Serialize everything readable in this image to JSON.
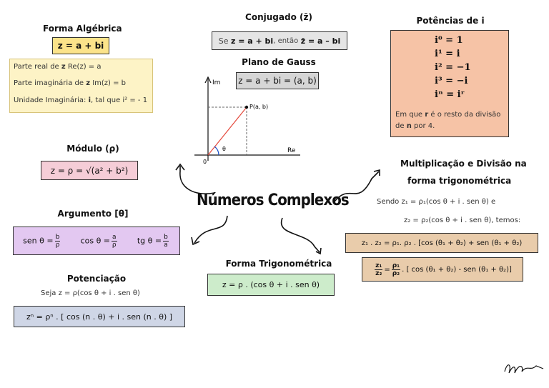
{
  "central": {
    "title": "Números Complexos"
  },
  "forma_algebrica": {
    "title": "Forma Algébrica",
    "formula": "z = a + bi",
    "lines": [
      {
        "text": "Parte real de ",
        "bold": "z",
        "rest": " Re(z) = a"
      },
      {
        "text": "Parte imaginária de ",
        "bold": "z",
        "rest": " Im(z) = b"
      },
      {
        "text": "Unidade Imaginária: ",
        "bold": "i",
        "rest": ", tal que i² = - 1"
      }
    ]
  },
  "conjugado": {
    "title": "Conjugado (z̄)",
    "se": "Se",
    "formula1": "z = a + bi",
    "entao": ", então",
    "formula2": "z̄ = a – bi"
  },
  "plano_gauss": {
    "title": "Plano de Gauss",
    "formula": "z = a + bi = (a, b)",
    "im_label": "Im",
    "re_label": "Re",
    "point_label": "P(a, b)",
    "theta_label": "θ",
    "origin_label": "0"
  },
  "potencias": {
    "title": "Potências de i",
    "rows": [
      "i⁰ = 1",
      "i¹ = i",
      "i² = −1",
      "i³ = −i",
      "iⁿ = iʳ"
    ],
    "note1": "Em que",
    "note_r": "r",
    "note2": " é o resto da divisão",
    "note3": "de",
    "note_n": "n",
    "note4": " por 4."
  },
  "modulo": {
    "title": "Módulo (ρ)",
    "formula": "z = ρ = √(a² + b²)"
  },
  "argumento": {
    "title": "Argumento [θ]",
    "sen": "sen θ =",
    "cos": "cos θ =",
    "tg": "tg θ =",
    "b": "b",
    "a": "a",
    "p": "ρ"
  },
  "potenciacao": {
    "title": "Potenciação",
    "seja": "Seja z = ρ(cos θ + i . sen θ)",
    "formula": "zⁿ = ρⁿ . [ cos (n . θ) + i . sen (n . θ) ]"
  },
  "forma_trigonometrica": {
    "title": "Forma Trigonométrica",
    "formula": "z = ρ . (cos θ + i . sen θ)"
  },
  "multiplicacao": {
    "title1": "Multiplicação e Divisão na",
    "title2": "forma trigonométrica",
    "line1": "Sendo z₁ = ρ₁(cos θ + i . sen θ) e",
    "line2": "z₂ = ρ₂(cos θ + i . sen θ), temos:",
    "formula_mult": "z₁ . z₂ = ρ₁. ρ₂ . [cos (θ₁ + θ₂) + sen (θ₁ + θ₂)",
    "div_num_z": "z₁",
    "div_den_z": "z₂",
    "div_num_p": "ρ₁",
    "div_den_p": "ρ₂",
    "formula_div": ". [ cos (θ₁ + θ₂) - sen (θ₁ + θ₂)]"
  },
  "colors": {
    "yellow": "#fbe38a",
    "light_yellow": "#fdf3c6",
    "grey": "#d6d6d6",
    "salmon": "#f6c3a6",
    "pink": "#f5cdd7",
    "purple": "#e3c8f1",
    "blue_grey": "#cfd6e6",
    "green": "#cdeccb",
    "tan": "#e9ccab"
  }
}
